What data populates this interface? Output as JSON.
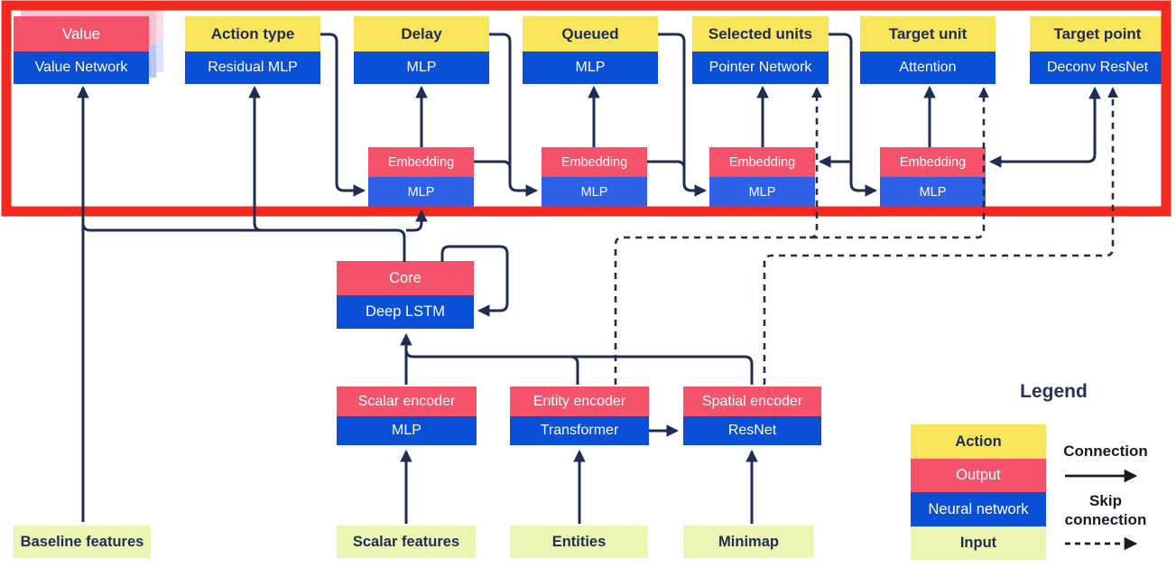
{
  "diagram": {
    "title_hidden": "",
    "heads": [
      {
        "id": "value",
        "top": "Value",
        "bottom": "Value Network",
        "top_type": "output"
      },
      {
        "id": "action-type",
        "top": "Action type",
        "bottom": "Residual MLP",
        "top_type": "action"
      },
      {
        "id": "delay",
        "top": "Delay",
        "bottom": "MLP",
        "top_type": "action"
      },
      {
        "id": "queued",
        "top": "Queued",
        "bottom": "MLP",
        "top_type": "action"
      },
      {
        "id": "selected-units",
        "top": "Selected units",
        "bottom": "Pointer Network",
        "top_type": "action"
      },
      {
        "id": "target-unit",
        "top": "Target unit",
        "bottom": "Attention",
        "top_type": "action"
      },
      {
        "id": "target-point",
        "top": "Target point",
        "bottom": "Deconv ResNet",
        "top_type": "action"
      }
    ],
    "embeddings": [
      {
        "top": "Embedding",
        "bottom": "MLP"
      },
      {
        "top": "Embedding",
        "bottom": "MLP"
      },
      {
        "top": "Embedding",
        "bottom": "MLP"
      },
      {
        "top": "Embedding",
        "bottom": "MLP"
      }
    ],
    "core": {
      "top": "Core",
      "bottom": "Deep LSTM"
    },
    "encoders": [
      {
        "top": "Scalar encoder",
        "bottom": "MLP"
      },
      {
        "top": "Entity encoder",
        "bottom": "Transformer"
      },
      {
        "top": "Spatial encoder",
        "bottom": "ResNet"
      }
    ],
    "inputs": [
      "Baseline features",
      "Scalar features",
      "Entities",
      "Minimap"
    ],
    "legend": {
      "title": "Legend",
      "rows": [
        {
          "label": "Action",
          "type": "action"
        },
        {
          "label": "Output",
          "type": "output"
        },
        {
          "label": "Neural network",
          "type": "network"
        },
        {
          "label": "Input",
          "type": "input"
        }
      ],
      "connection_label": "Connection",
      "skip_label_line1": "Skip",
      "skip_label_line2": "connection"
    },
    "connections": [
      {
        "from": "Baseline features",
        "to": "Value Network",
        "type": "solid"
      },
      {
        "from": "Core",
        "to": "Value Network",
        "type": "solid"
      },
      {
        "from": "Core",
        "to": "Residual MLP",
        "type": "solid"
      },
      {
        "from": "Core",
        "to": "Embedding 1",
        "type": "solid"
      },
      {
        "from": "Core",
        "to": "Core",
        "type": "solid",
        "note": "recurrent loop"
      },
      {
        "from": "Action type",
        "to": "Embedding 1",
        "type": "solid"
      },
      {
        "from": "Embedding 1",
        "to": "Delay",
        "type": "solid"
      },
      {
        "from": "Delay",
        "to": "Embedding 2",
        "type": "solid"
      },
      {
        "from": "Embedding 1",
        "to": "Embedding 2",
        "type": "solid"
      },
      {
        "from": "Embedding 2",
        "to": "Queued",
        "type": "solid"
      },
      {
        "from": "Queued",
        "to": "Embedding 3",
        "type": "solid"
      },
      {
        "from": "Embedding 2",
        "to": "Embedding 3",
        "type": "solid"
      },
      {
        "from": "Embedding 3",
        "to": "Pointer Network",
        "type": "solid"
      },
      {
        "from": "Selected units",
        "to": "Embedding 3",
        "type": "solid"
      },
      {
        "from": "Selected units",
        "to": "Embedding 4",
        "type": "solid"
      },
      {
        "from": "Embedding 4",
        "to": "Attention",
        "type": "solid"
      },
      {
        "from": "Embedding 4",
        "to": "Deconv ResNet",
        "type": "solid-double"
      },
      {
        "from": "Scalar features",
        "to": "Scalar encoder",
        "type": "solid"
      },
      {
        "from": "Entities",
        "to": "Entity encoder",
        "type": "solid"
      },
      {
        "from": "Minimap",
        "to": "Spatial encoder",
        "type": "solid"
      },
      {
        "from": "Scalar encoder",
        "to": "Deep LSTM",
        "type": "solid"
      },
      {
        "from": "Entity encoder",
        "to": "Deep LSTM",
        "type": "solid"
      },
      {
        "from": "Spatial encoder",
        "to": "Deep LSTM",
        "type": "solid"
      },
      {
        "from": "Transformer",
        "to": "ResNet",
        "type": "solid"
      },
      {
        "from": "Entity encoder",
        "to": "Pointer Network",
        "type": "skip"
      },
      {
        "from": "Entity encoder",
        "to": "Attention",
        "type": "skip"
      },
      {
        "from": "Spatial encoder",
        "to": "Deconv ResNet",
        "type": "skip"
      }
    ],
    "colors": {
      "action_yellow": "#f8e55b",
      "output_pink": "#f4536b",
      "network_blue": "#0a50d6",
      "embedding_mlp_blue": "#2e61e8",
      "input_pale": "#edf5b2",
      "wire_navy": "#1f2c55",
      "highlight_red": "#f4281f",
      "ghost_pink_1": "#f8c2d0",
      "ghost_blue_1": "#b6c7f7",
      "ghost_pink_2": "#fadde7",
      "ghost_blue_2": "#dbe4fc"
    }
  }
}
